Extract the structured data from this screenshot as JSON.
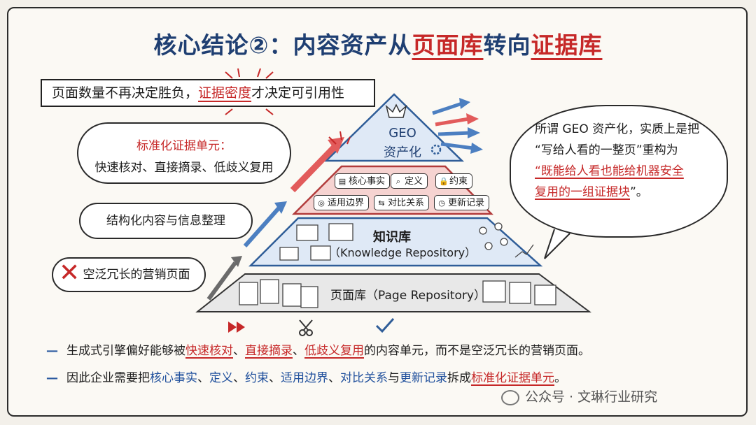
{
  "title": {
    "pre": "核心结论②：内容资产从",
    "hl1": "页面库",
    "mid": "转向",
    "hl2": "证据库"
  },
  "top_box": {
    "pre": "页面数量不再决定胜负，",
    "hl": "证据密度",
    "post": "才决定可引用性"
  },
  "cloud1": {
    "title": "标准化证据单元：",
    "body": "快速核对、直接摘录、低歧义复用"
  },
  "cloud2": {
    "text": "结构化内容与信息整理"
  },
  "cloud3": {
    "text": "空泛冗长的营销页面"
  },
  "pyramid": {
    "top": {
      "line1": "GEO",
      "line2": "资产化"
    },
    "chips_row1": [
      {
        "icon": "document-icon",
        "glyph": "▤",
        "label": "核心事实"
      },
      {
        "icon": "search-icon",
        "glyph": "⌕",
        "label": "定义"
      },
      {
        "icon": "lock-icon",
        "glyph": "🔒",
        "label": "约束"
      }
    ],
    "chips_row2": [
      {
        "icon": "target-icon",
        "glyph": "◎",
        "label": "适用边界"
      },
      {
        "icon": "swap-icon",
        "glyph": "⇆",
        "label": "对比关系"
      },
      {
        "icon": "clock-icon",
        "glyph": "◷",
        "label": "更新记录"
      }
    ],
    "middle": {
      "line1": "知识库",
      "line2": "（Knowledge Repository）"
    },
    "bottom": {
      "line1": "页面库（Page Repository）"
    }
  },
  "speech": {
    "line1": "所谓 GEO 资产化，实质上是把",
    "line2": "“写给人看的一整页”重构为",
    "line3": "“既能给人看也能给机器安全",
    "line4": "复用的一组证据块",
    "line4_end": "”。"
  },
  "bottom1": {
    "pre": "生成式引擎偏好能够被",
    "r1": "快速核对",
    "s1": "、",
    "r2": "直接摘录",
    "s2": "、",
    "r3": "低歧义复用",
    "post": "的内容单元，而不是空泛冗长的营销页面。"
  },
  "bottom2": {
    "pre": "因此企业需要把",
    "b1": "核心事实",
    "s1": "、",
    "b2": "定义",
    "s2": "、",
    "b3": "约束",
    "s3": "、",
    "b4": "适用边界",
    "s4": "、",
    "b5": "对比关系",
    "s5": "与",
    "b6": "更新记录",
    "mid": "拆成",
    "r": "标准化证据单元",
    "end": "。"
  },
  "watermark": "公众号 · 文琳行业研究",
  "colors": {
    "accent_red": "#c62828",
    "accent_blue": "#1f3f72",
    "tier_red": "#f6d3d1",
    "tier_blue": "#dfe9f6"
  }
}
